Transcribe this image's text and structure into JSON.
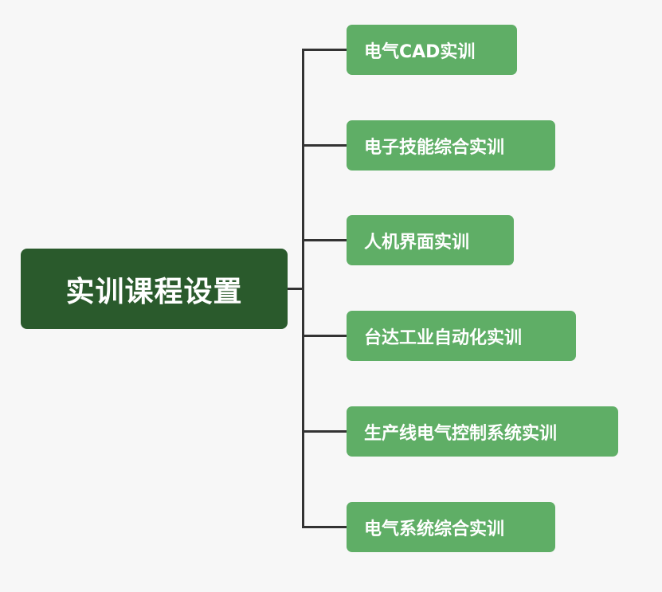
{
  "colors": {
    "root_fill": "#2a5a2c",
    "child_fill": "#5fae66",
    "line": "#333333",
    "background": "#f7f7f7",
    "text": "#ffffff"
  },
  "root": {
    "label": "实训课程设置"
  },
  "children": [
    {
      "label": "电气CAD实训"
    },
    {
      "label": "电子技能综合实训"
    },
    {
      "label": "人机界面实训"
    },
    {
      "label": "台达工业自动化实训"
    },
    {
      "label": "生产线电气控制系统实训"
    },
    {
      "label": "电气系统综合实训"
    }
  ]
}
